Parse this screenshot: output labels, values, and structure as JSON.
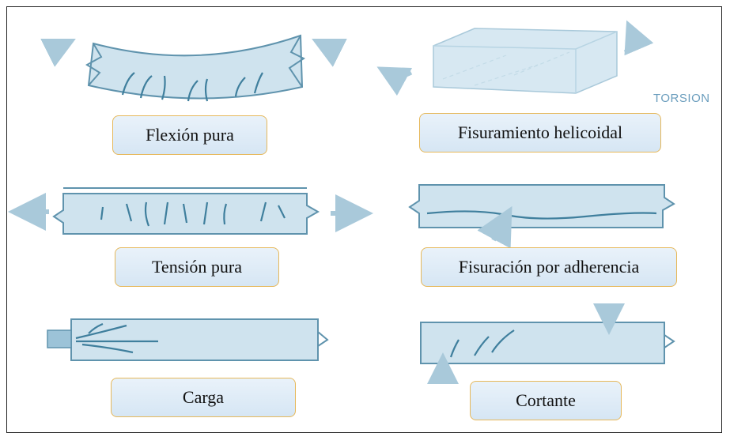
{
  "labels": {
    "flexion": "Flexión  pura",
    "helicoidal": "Fisuramiento helicoidal",
    "tension": "Tensión pura",
    "adherencia": "Fisuración por adherencia",
    "carga": "Carga",
    "cortante": "Cortante"
  },
  "annotations": {
    "torsion": "TORSION"
  },
  "colors": {
    "beam_fill": "#cfe3ee",
    "beam_edge": "#5f93ad",
    "crack": "#3f7f9d",
    "label_border": "#e6b85a"
  }
}
